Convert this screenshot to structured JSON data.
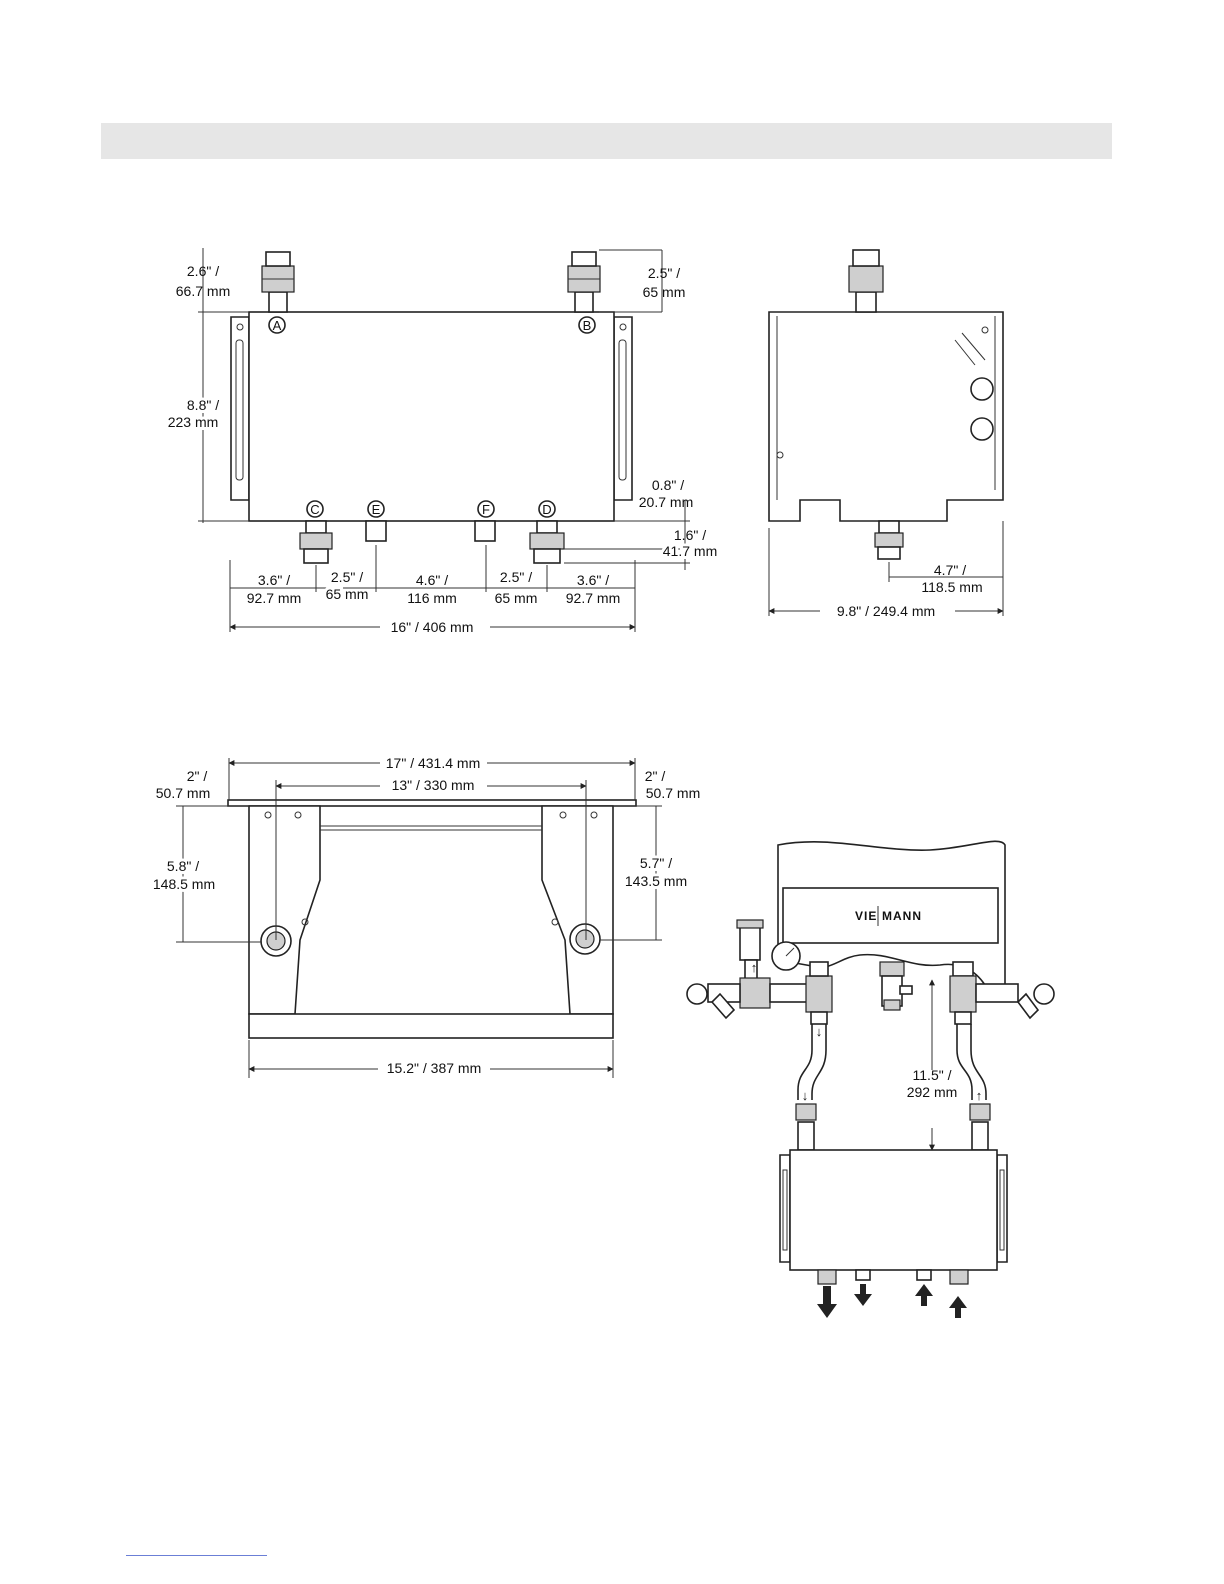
{
  "colors": {
    "header_band": "#e6e6e6",
    "line": "#222222",
    "footer_rule": "#6b7fd6"
  },
  "front_view": {
    "labels": {
      "a": "A",
      "b": "B",
      "c": "C",
      "d": "D",
      "e": "E",
      "f": "F"
    },
    "dims": {
      "top_left_1": "2.6\" /",
      "top_left_2": "66.7 mm",
      "top_right_1": "2.5\" /",
      "top_right_2": "65 mm",
      "height_1": "8.8\" /",
      "height_2": "223 mm",
      "bottom_off_1": "0.8\" /",
      "bottom_off_2": "20.7 mm",
      "stub_1": "1.6\" /",
      "stub_2": "41.7 mm",
      "seg1_1": "3.6\" /",
      "seg1_2": "92.7 mm",
      "seg2_1": "2.5\" /",
      "seg2_2": "65 mm",
      "seg3_1": "4.6\" /",
      "seg3_2": "116 mm",
      "seg4_1": "2.5\" /",
      "seg4_2": "65 mm",
      "seg5_1": "3.6\" /",
      "seg5_2": "92.7 mm",
      "width": "16\" / 406 mm"
    }
  },
  "side_view": {
    "dims": {
      "offset_1": "4.7\" /",
      "offset_2": "118.5 mm",
      "depth": "9.8\" / 249.4 mm"
    }
  },
  "top_view": {
    "dims": {
      "overall": "17\" / 431.4 mm",
      "inner": "13\" / 330 mm",
      "left_1": "2\" /",
      "left_2": "50.7 mm",
      "right_1": "2\" /",
      "right_2": "50.7 mm",
      "left_h_1": "5.8\" /",
      "left_h_2": "148.5 mm",
      "right_h_1": "5.7\" /",
      "right_h_2": "143.5 mm",
      "bottom": "15.2\" / 387 mm"
    }
  },
  "install_view": {
    "logo_1": "VIE",
    "logo_2": "MANN",
    "dims": {
      "pipe_1": "11.5\" /",
      "pipe_2": "292 mm"
    }
  }
}
